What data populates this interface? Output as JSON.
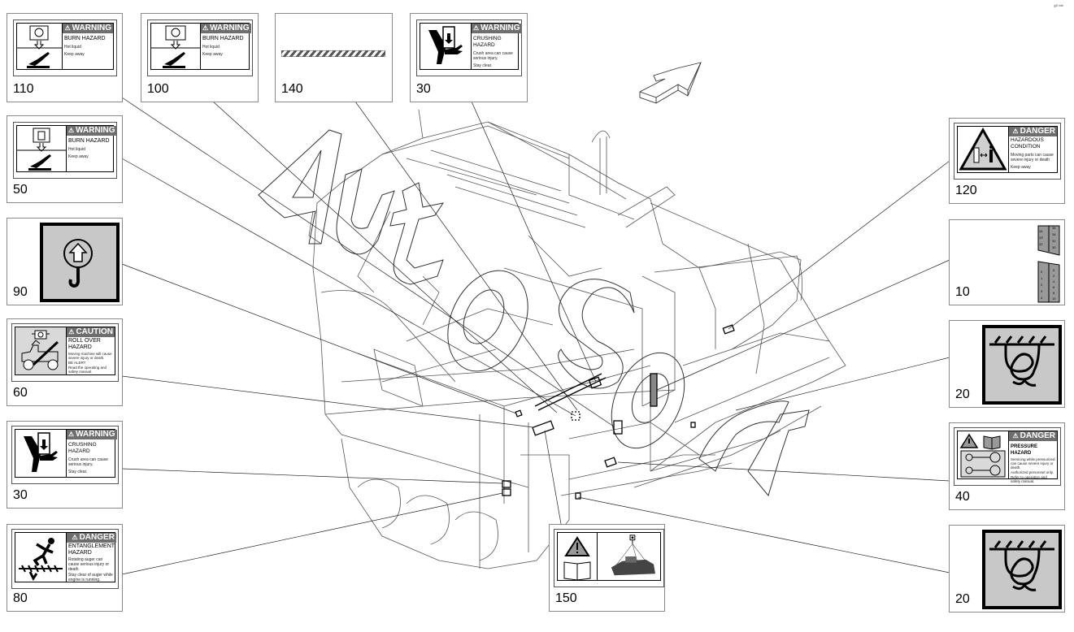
{
  "title": "Safety decal placement diagram",
  "corner_code": "sᴰ ᵇᵃᵇ",
  "watermark": "AutoSoft",
  "callouts": [
    {
      "id": "c110",
      "number": "110",
      "type": "warning",
      "header": "WARNING",
      "title": "BURN HAZARD",
      "lines": [
        "Hot liquid",
        "Keep away"
      ],
      "icon": "hot-liquid-gear-icon"
    },
    {
      "id": "c100",
      "number": "100",
      "type": "warning",
      "header": "WARNING",
      "title": "BURN HAZARD",
      "lines": [
        "Hot liquid",
        "Keep away"
      ],
      "icon": "hot-liquid-drop-icon"
    },
    {
      "id": "c140",
      "number": "140",
      "type": "stripe",
      "icon": "hazard-stripe-icon"
    },
    {
      "id": "c30a",
      "number": "30",
      "type": "warning",
      "header": "WARNING",
      "title": "CRUSHING HAZARD",
      "lines": [
        "Crush area can cause serious injury.",
        "Stay clear."
      ],
      "icon": "crushing-hand-icon"
    },
    {
      "id": "c50",
      "number": "50",
      "type": "warning",
      "header": "WARNING",
      "title": "BURN HAZARD",
      "lines": [
        "Hot liquid",
        "Keep away"
      ],
      "icon": "hot-liquid-tank-icon"
    },
    {
      "id": "c90",
      "number": "90",
      "type": "symbol",
      "icon": "lift-hook-icon"
    },
    {
      "id": "c60",
      "number": "60",
      "type": "caution",
      "header": "CAUTION",
      "title": "ROLL OVER HAZARD",
      "lines": [
        "Moving machine will cause severe injury or death.",
        "BE ALERT",
        "Read the operating and safety manual."
      ],
      "icon": "rollover-machine-icon"
    },
    {
      "id": "c30b",
      "number": "30",
      "type": "warning",
      "header": "WARNING",
      "title": "CRUSHING HAZARD",
      "lines": [
        "Crush area can cause serious injury.",
        "Stay clear."
      ],
      "icon": "crushing-hand-icon"
    },
    {
      "id": "c80",
      "number": "80",
      "type": "danger",
      "header": "DANGER",
      "title": "ENTANGLEMENT HAZARD",
      "lines": [
        "Rotating auger can cause serious injury or death",
        "Stay clear of auger while engine is running."
      ],
      "icon": "auger-entanglement-icon"
    },
    {
      "id": "c150",
      "number": "150",
      "type": "lift",
      "icon": "lifting-points-icon"
    },
    {
      "id": "c120",
      "number": "120",
      "type": "danger",
      "header": "DANGER",
      "title": "HAZARDOUS CONDITION",
      "lines": [
        "Moving parts can cause severe injury or death",
        "Keep away"
      ],
      "icon": "moving-parts-triangle-icon"
    },
    {
      "id": "c10",
      "number": "10",
      "type": "gauge",
      "scale_top": {
        "left": [
          "14",
          "13",
          "12"
        ],
        "right": [
          "36",
          "34",
          "32",
          "30"
        ]
      },
      "scale_bottom": {
        "left": [
          "0",
          "1",
          "2",
          "3",
          "4"
        ],
        "right": [
          "0",
          "2",
          "4",
          "6",
          "8",
          "10"
        ]
      },
      "icon": "thickness-gauge-icon"
    },
    {
      "id": "c20a",
      "number": "20",
      "type": "symbol",
      "icon": "tie-down-rope-icon"
    },
    {
      "id": "c40",
      "number": "40",
      "type": "danger",
      "header": "DANGER",
      "title": "PRESSURE HAZARD",
      "lines": [
        "Servicing while pressurized can cause severe injury or death.",
        "Authorized personnel only.",
        "Refer to operation and safety manual."
      ],
      "icon": "pressure-accumulator-icon"
    },
    {
      "id": "c20b",
      "number": "20",
      "type": "symbol",
      "icon": "tie-down-rope-icon"
    }
  ]
}
